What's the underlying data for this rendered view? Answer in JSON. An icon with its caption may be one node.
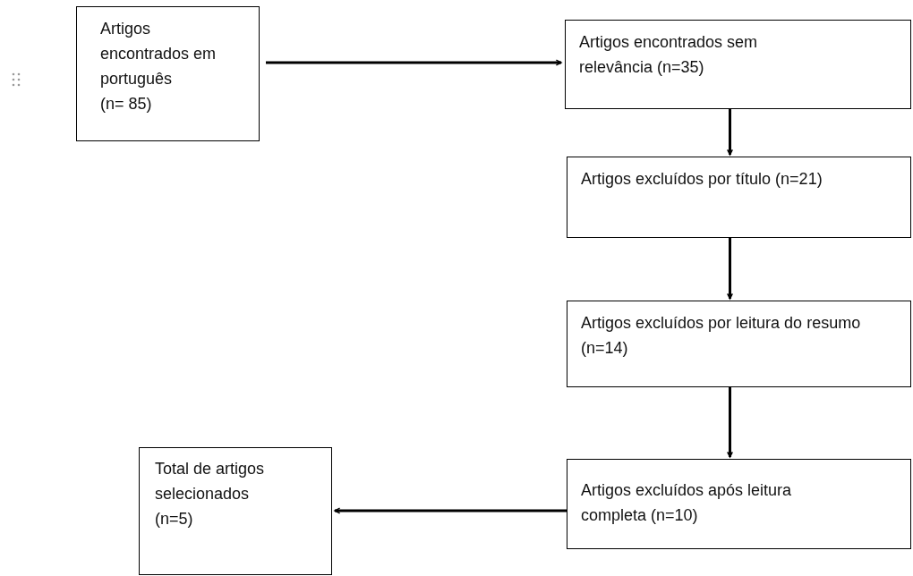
{
  "diagram": {
    "nodes": [
      {
        "text": [
          "Artigos encontrados em português",
          "(n= 85)"
        ]
      },
      {
        "text": [
          "Artigos encontrados sem relevância (n=35)"
        ]
      },
      {
        "text": [
          "Artigos excluídos por título (n=21)"
        ]
      },
      {
        "text": [
          "Artigos excluídos por leitura do resumo (n=14)"
        ]
      },
      {
        "text": [
          "Artigos excluídos após leitura completa (n=10)"
        ]
      },
      {
        "text": [
          "Total de artigos selecionados",
          "(n=5)"
        ]
      }
    ],
    "edges": [
      {
        "from": 0,
        "to": 1,
        "arrow": "to"
      },
      {
        "from": 1,
        "to": 2,
        "arrow": "to"
      },
      {
        "from": 2,
        "to": 3,
        "arrow": "to"
      },
      {
        "from": 3,
        "to": 4,
        "arrow": "to"
      },
      {
        "from": 4,
        "to": 5,
        "arrow": "to"
      }
    ]
  }
}
